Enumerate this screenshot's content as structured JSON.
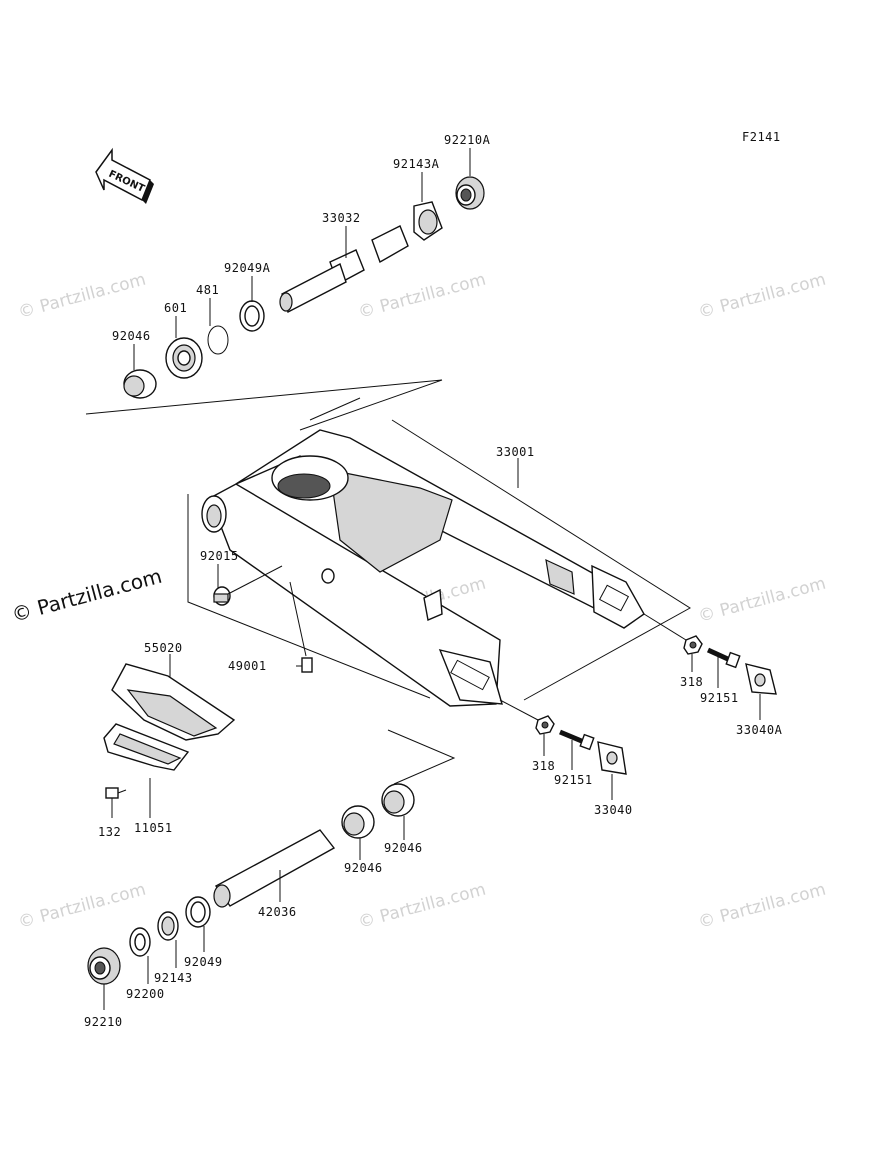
{
  "figure_code": "F2141",
  "front_arrow": {
    "label": "FRONT",
    "icon": "front-arrow-icon"
  },
  "watermark_text": "© Partzilla.com",
  "parts": [
    {
      "id": "p-92210a",
      "label": "92210A"
    },
    {
      "id": "p-92143a",
      "label": "92143A"
    },
    {
      "id": "p-33032",
      "label": "33032"
    },
    {
      "id": "p-92049a",
      "label": "92049A"
    },
    {
      "id": "p-481",
      "label": "481"
    },
    {
      "id": "p-601",
      "label": "601"
    },
    {
      "id": "p-92046-top",
      "label": "92046"
    },
    {
      "id": "p-33001",
      "label": "33001"
    },
    {
      "id": "p-92015",
      "label": "92015"
    },
    {
      "id": "p-55020",
      "label": "55020"
    },
    {
      "id": "p-49001",
      "label": "49001"
    },
    {
      "id": "p-318-right",
      "label": "318"
    },
    {
      "id": "p-92151-right",
      "label": "92151"
    },
    {
      "id": "p-33040a",
      "label": "33040A"
    },
    {
      "id": "p-318-mid",
      "label": "318"
    },
    {
      "id": "p-92151-mid",
      "label": "92151"
    },
    {
      "id": "p-33040",
      "label": "33040"
    },
    {
      "id": "p-132",
      "label": "132"
    },
    {
      "id": "p-11051",
      "label": "11051"
    },
    {
      "id": "p-92046-b1",
      "label": "92046"
    },
    {
      "id": "p-92046-b2",
      "label": "92046"
    },
    {
      "id": "p-42036",
      "label": "42036"
    },
    {
      "id": "p-92049",
      "label": "92049"
    },
    {
      "id": "p-92143",
      "label": "92143"
    },
    {
      "id": "p-92200",
      "label": "92200"
    },
    {
      "id": "p-92210",
      "label": "92210"
    }
  ]
}
